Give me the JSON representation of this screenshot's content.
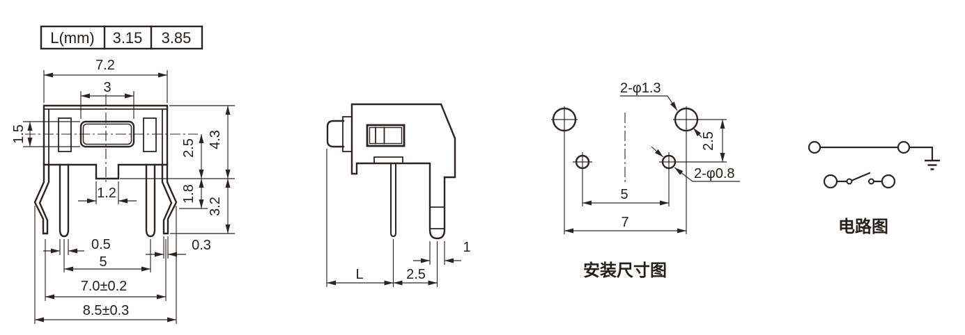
{
  "table": {
    "header": "L(mm)",
    "value_1": "3.15",
    "value_2": "3.85"
  },
  "front": {
    "width": "7.2",
    "button_width": "3",
    "button_height": "1.5",
    "center_to_base": "2.5",
    "body_height": "4.3",
    "notch_width": "1.2",
    "bend_height": "1.8",
    "leg_height": "3.2",
    "pin_width": "0.5",
    "pin_pitch": "5",
    "clip_width": "0.3",
    "clip_span": "7.0±0.2",
    "overall_width": "8.5±0.3"
  },
  "side": {
    "length": "L",
    "pin_offset": "2.5",
    "pin_width": "1"
  },
  "mount": {
    "label_large_holes": "2-φ1.3",
    "label_small_holes": "2-φ0.8",
    "row_spacing": "2.5",
    "pitch_small": "5",
    "pitch_large": "7",
    "caption": "安装尺寸图"
  },
  "circuit": {
    "caption": "电路图"
  },
  "colors": {
    "line": "#2b2420",
    "text": "#242019",
    "background": "#ffffff"
  }
}
